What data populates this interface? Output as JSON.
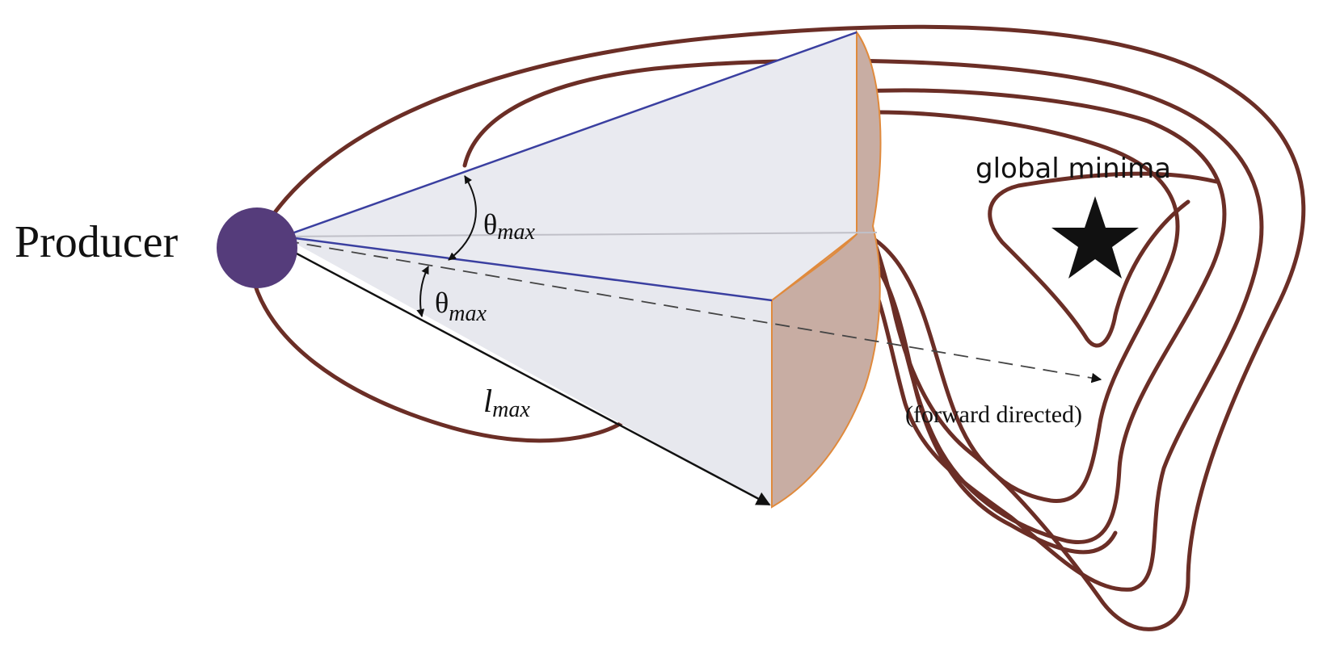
{
  "labels": {
    "producer": "Producer",
    "theta": "θ",
    "max_sub": "max",
    "l": "l",
    "global_minima": "global minima",
    "forward_directed": "(forward directed)"
  },
  "colors": {
    "contour": "#6b2e26",
    "producer_fill": "#553c7b",
    "cone_face": "#e9eaf0",
    "cone_cap": "#c8ada3",
    "cone_edge": "#e08a3c",
    "blue_ray": "#3a3fa0",
    "star": "#111111"
  },
  "icons": {
    "producer": "circle-node",
    "global_minima": "star-icon"
  }
}
